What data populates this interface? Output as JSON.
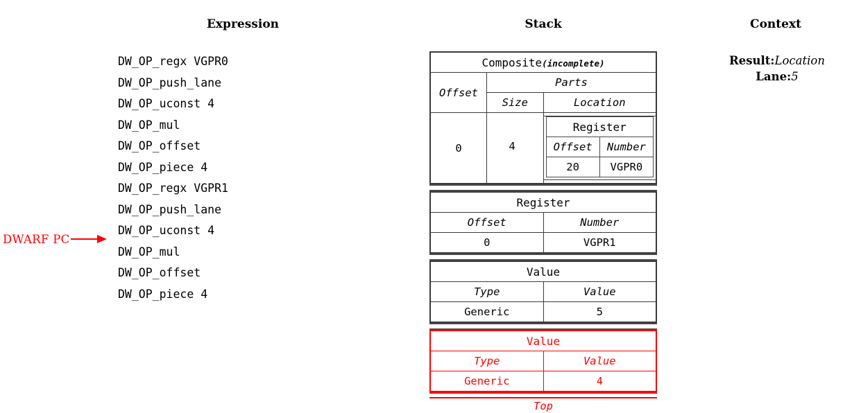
{
  "headers": {
    "expression": "Expression",
    "stack": "Stack",
    "context": "Context"
  },
  "colors": {
    "highlight": "#ff0000",
    "border": "#4a4a4a",
    "text": "#000000"
  },
  "expression": {
    "lines": [
      "DW_OP_regx VGPR0",
      "DW_OP_push_lane",
      "DW_OP_uconst 4",
      "DW_OP_mul",
      "DW_OP_offset",
      "DW_OP_piece 4",
      "DW_OP_regx VGPR1",
      "DW_OP_push_lane",
      "DW_OP_uconst 4",
      "DW_OP_mul",
      "DW_OP_offset",
      "DW_OP_piece 4"
    ],
    "pc_marker": {
      "label": "DWARF PC",
      "points_to_line_index": 9
    }
  },
  "stack": {
    "top_label": "Top",
    "entries": [
      {
        "kind": "composite",
        "title": "Composite",
        "title_suffix": "(incomplete)",
        "offset_header": "Offset",
        "offset_value": "0",
        "parts_header": "Parts",
        "size_header": "Size",
        "location_header": "Location",
        "size_value": "4",
        "location": {
          "title": "Register",
          "offset_header": "Offset",
          "number_header": "Number",
          "offset_value": "20",
          "number_value": "VGPR0"
        }
      },
      {
        "kind": "register",
        "title": "Register",
        "col1_header": "Offset",
        "col2_header": "Number",
        "col1_value": "0",
        "col2_value": "VGPR1"
      },
      {
        "kind": "value",
        "title": "Value",
        "col1_header": "Type",
        "col2_header": "Value",
        "col1_value": "Generic",
        "col2_value": "5"
      },
      {
        "kind": "value",
        "title": "Value",
        "col1_header": "Type",
        "col2_header": "Value",
        "col1_value": "Generic",
        "col2_value": "4",
        "highlighted": true
      }
    ]
  },
  "context": {
    "rows": [
      {
        "key": "Result:",
        "value": "Location"
      },
      {
        "key": "Lane:",
        "value": "5"
      }
    ]
  }
}
